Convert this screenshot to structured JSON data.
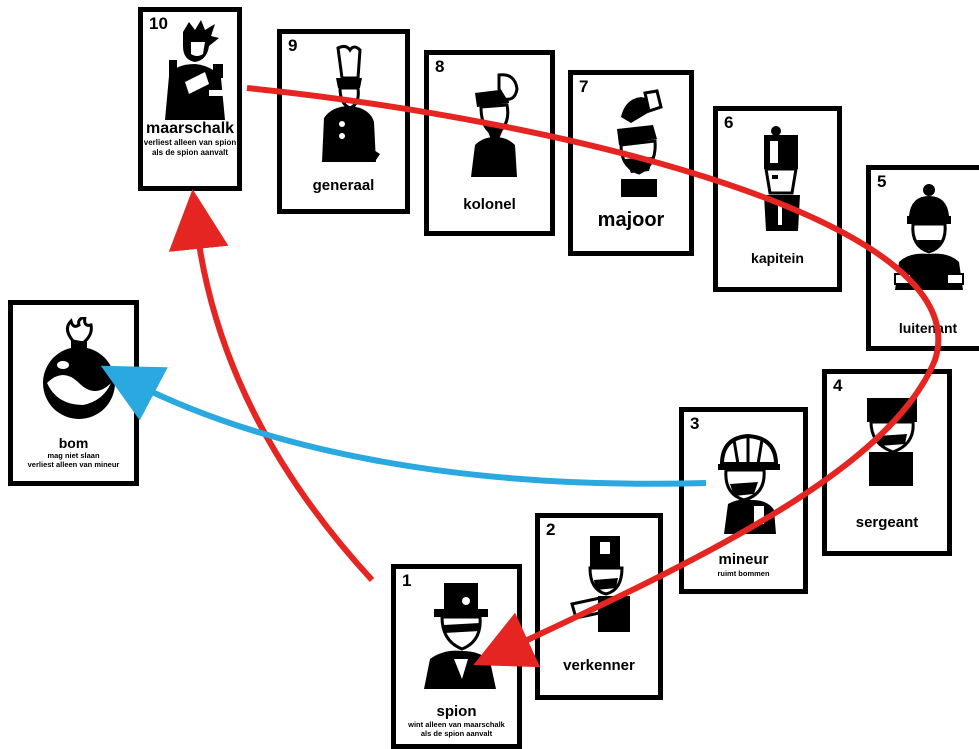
{
  "colors": {
    "capture": "#e52521",
    "bomb": "#2aa9e0",
    "ink": "#000000"
  },
  "cards": [
    {
      "key": "maarschalk",
      "rank": "10",
      "name": "maarschalk",
      "desc1": "verliest alleen van spion",
      "desc2": "als de spion aanvalt",
      "icon": "marshal-figure-icon"
    },
    {
      "key": "generaal",
      "rank": "9",
      "name": "generaal",
      "icon": "general-figure-icon"
    },
    {
      "key": "kolonel",
      "rank": "8",
      "name": "kolonel",
      "icon": "colonel-figure-icon"
    },
    {
      "key": "majoor",
      "rank": "7",
      "name": "majoor",
      "icon": "major-figure-icon"
    },
    {
      "key": "kapitein",
      "rank": "6",
      "name": "kapitein",
      "icon": "captain-figure-icon"
    },
    {
      "key": "luitenant",
      "rank": "5",
      "name": "luitenant",
      "icon": "lieutenant-figure-icon"
    },
    {
      "key": "sergeant",
      "rank": "4",
      "name": "sergeant",
      "icon": "sergeant-figure-icon"
    },
    {
      "key": "mineur",
      "rank": "3",
      "name": "mineur",
      "desc1": "ruimt bommen",
      "icon": "miner-figure-icon"
    },
    {
      "key": "verkenner",
      "rank": "2",
      "name": "verkenner",
      "icon": "scout-figure-icon"
    },
    {
      "key": "spion",
      "rank": "1",
      "name": "spion",
      "desc1": "wint alleen van maarschalk",
      "desc2": "als de spion aanvalt",
      "icon": "spy-figure-icon"
    },
    {
      "key": "bom",
      "rank": "",
      "name": "bom",
      "desc1": "mag niet slaan",
      "desc2": "verliest alleen van mineur",
      "icon": "bomb-figure-icon"
    }
  ]
}
